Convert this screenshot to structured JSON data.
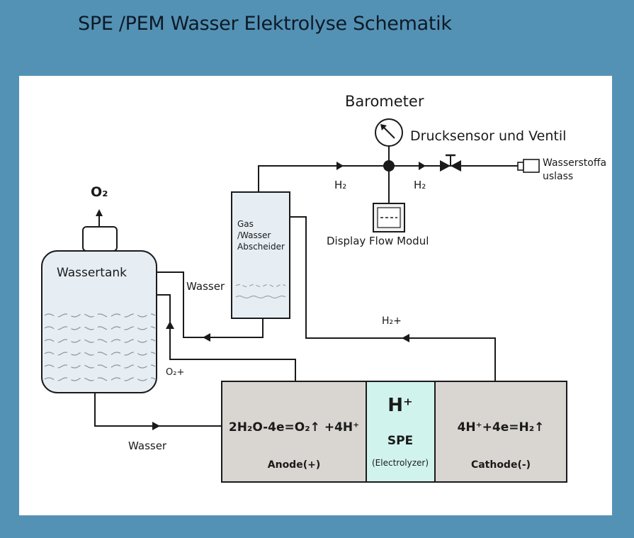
{
  "title": "SPE /PEM Wasser Elektrolyse Schematik",
  "labels": {
    "barometer": "Barometer",
    "pressure_sensor_valve": "Drucksensor und Ventil",
    "hydrogen_outlet_line1": "Wasserstoffa",
    "hydrogen_outlet_line2": "uslass",
    "h2_left": "H₂",
    "h2_right": "H₂",
    "display_flow_module": "Display Flow Modul",
    "separator_line1": "Gas",
    "separator_line2": "/Wasser",
    "separator_line3": "Abscheider",
    "o2_top": "O₂",
    "water_tank": "Wassertank",
    "water_return": "Wasser",
    "o2_plus": "O₂+",
    "h2_plus": "H₂+",
    "water_in": "Wasser",
    "anode_equation": "2H₂O-4e=O₂↑ +4H⁺",
    "anode": "Anode(+)",
    "h_plus": "H⁺",
    "spe": "SPE",
    "electrolyzer": "(Electrolyzer)",
    "cathode_equation": "4H⁺+4e=H₂↑",
    "cathode": "Cathode(-)"
  },
  "colors": {
    "background": "#5492b5",
    "panel": "#ffffff",
    "tank_fill": "#e6eef4",
    "electrode_fill": "#d9d5d1",
    "spe_fill": "#d1f3ee",
    "line": "#1a1a1a"
  }
}
